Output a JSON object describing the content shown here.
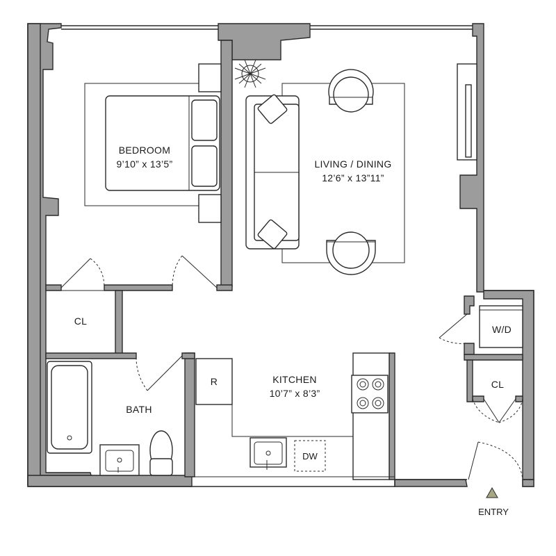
{
  "rooms": {
    "bedroom": {
      "name": "BEDROOM",
      "dims": "9’10” x 13’5”"
    },
    "living": {
      "name": "LIVING / DINING",
      "dims": "12’6” x 13”11”"
    },
    "kitchen": {
      "name": "KITCHEN",
      "dims": "10’7” x 8’3”"
    },
    "bath": {
      "name": "BATH"
    },
    "closet_bedroom": {
      "name": "CL"
    },
    "closet_entry": {
      "name": "CL"
    },
    "laundry": {
      "name": "W/D"
    }
  },
  "appliances": {
    "refrigerator": "R",
    "dishwasher": "DW"
  },
  "entry": {
    "label": "ENTRY"
  },
  "colors": {
    "wall": "#9c9c9c",
    "line": "#2a2a2a",
    "entry_marker": "#a8a880"
  }
}
